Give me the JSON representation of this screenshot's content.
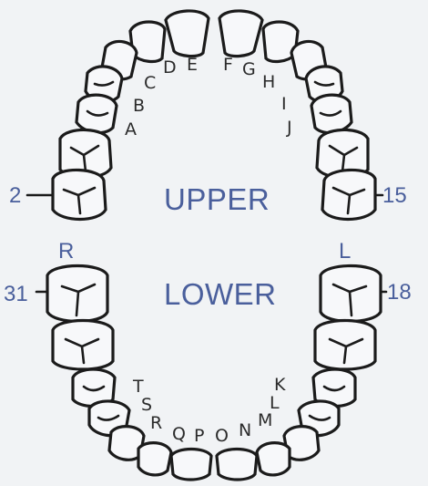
{
  "chart": {
    "upper_label": "UPPER",
    "lower_label": "LOWER",
    "right_side": "R",
    "left_side": "L",
    "upper_right_number": "2",
    "upper_left_number": "15",
    "lower_right_number": "31",
    "lower_left_number": "18",
    "upper_letters": [
      "A",
      "B",
      "C",
      "D",
      "E",
      "F",
      "G",
      "H",
      "I",
      "J"
    ],
    "lower_letters": [
      "K",
      "L",
      "M",
      "N",
      "O",
      "P",
      "Q",
      "R",
      "S",
      "T"
    ],
    "colors": {
      "label_blue": "#4a5f9c",
      "outline": "#1b1b1b",
      "background": "#f1f3f5"
    }
  }
}
